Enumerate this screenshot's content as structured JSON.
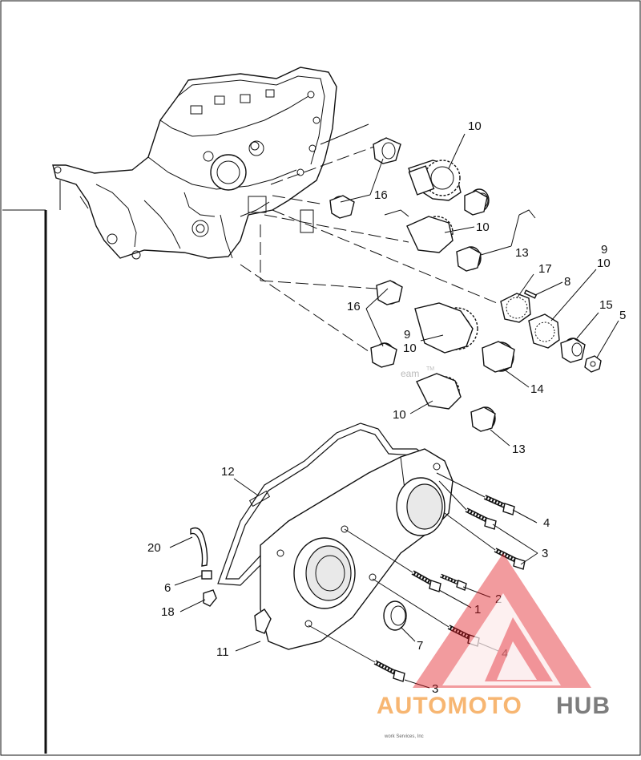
{
  "labels": {
    "l10a": "10",
    "l16a": "16",
    "l10b": "10",
    "l13a": "13",
    "l9a": "9",
    "l10c": "10",
    "l17": "17",
    "l8": "8",
    "l15": "15",
    "l5": "5",
    "l16b": "16",
    "l9b": "9",
    "l10d": "10",
    "l14": "14",
    "l10e": "10",
    "l13b": "13",
    "l12": "12",
    "l4a": "4",
    "l3a": "3",
    "l20": "20",
    "l6": "6",
    "l2": "2",
    "l1": "1",
    "l18": "18",
    "l7": "7",
    "l4b": "4",
    "l11": "11",
    "l3b": "3"
  },
  "watermark": "eam",
  "watermark_tm": "TM",
  "copyright": "work Services, Inc",
  "logo": {
    "part1": "AUTOMOTO",
    "part2": "HUB"
  },
  "colors": {
    "logo_orange": "#f5a24b",
    "logo_gray": "#595959",
    "triangle_red": "#e0141e"
  }
}
